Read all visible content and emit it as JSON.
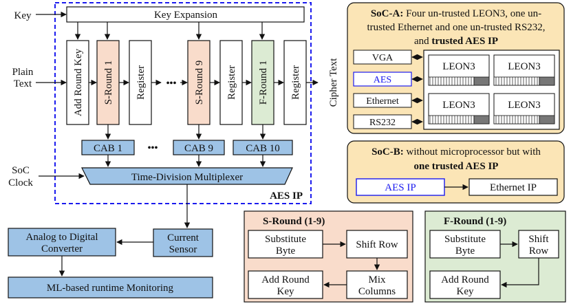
{
  "colors": {
    "dashed_border": "#1a1aee",
    "cab_fill": "#9ec3e6",
    "sround_fill": "#f9dccb",
    "fround_fill": "#dcebd3",
    "soc_fill": "#fbe5b6",
    "aes_blue": "#1a1aee"
  },
  "inputs": {
    "key": "Key",
    "plain_text_1": "Plain",
    "plain_text_2": "Text",
    "soc_clock_1": "SoC",
    "soc_clock_2": "Clock",
    "cipher_text": "Cipher Text"
  },
  "aes": {
    "key_expansion": "Key Expansion",
    "add_round_key": "Add Round Key",
    "s_round_1": "S-Round 1",
    "register": "Register",
    "ellipsis": "•••",
    "s_round_9": "S-Round 9",
    "f_round_1": "F-Round 1",
    "cab_1": "CAB 1",
    "cab_ellipsis": "•••",
    "cab_9": "CAB 9",
    "cab_10": "CAB 10",
    "tdm": "Time-Division Multiplexer",
    "label": "AES IP"
  },
  "monitor": {
    "current_sensor_1": "Current",
    "current_sensor_2": "Sensor",
    "adc_1": "Analog to Digital",
    "adc_2": "Converter",
    "ml": "ML-based runtime Monitoring"
  },
  "soc_a": {
    "title_bold": "SoC-A:",
    "title_rest_1": " Four un-trusted LEON3, one un-",
    "title_line_2": "trusted Ethernet and one un-trusted RS232,",
    "title_line_3_a": "and ",
    "title_line_3_b": "trusted AES IP",
    "peripherals": [
      "VGA",
      "AES",
      "Ethernet",
      "RS232"
    ],
    "cpus": [
      "LEON3",
      "LEON3",
      "LEON3",
      "LEON3"
    ]
  },
  "soc_b": {
    "title_bold": "SoC-B:",
    "title_rest": " without microprocessor but with",
    "title_line_2": "one trusted AES IP",
    "aes_ip": "AES IP",
    "ethernet_ip": "Ethernet IP"
  },
  "s_round": {
    "title": "S-Round (1-9)",
    "substitute_1": "Substitute",
    "substitute_2": "Byte",
    "shift_row": "Shift Row",
    "mix_1": "Mix",
    "mix_2": "Columns",
    "add_round_key_1": "Add Round",
    "add_round_key_2": "Key"
  },
  "f_round": {
    "title": "F-Round (1-9)",
    "substitute_1": "Substitute",
    "substitute_2": "Byte",
    "shift_1": "Shift",
    "shift_2": "Row",
    "add_round_key_1": "Add Round",
    "add_round_key_2": "Key"
  }
}
